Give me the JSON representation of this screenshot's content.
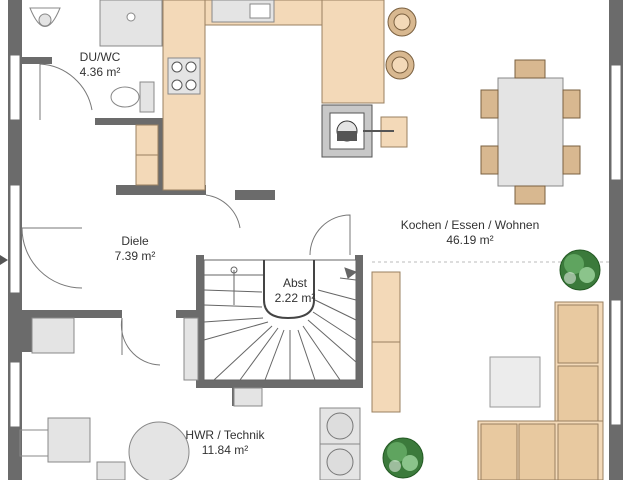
{
  "rooms": {
    "duwc": {
      "name": "DU/WC",
      "area": "4.36 m²"
    },
    "diele": {
      "name": "Diele",
      "area": "7.39 m²"
    },
    "abst": {
      "name": "Abst",
      "area": "2.22 m²"
    },
    "kochen": {
      "name": "Kochen / Essen / Wohnen",
      "area": "46.19 m²"
    },
    "hwr": {
      "name": "HWR / Technik",
      "area": "11.84 m²"
    }
  },
  "colors": {
    "wall": "#6b6b6b",
    "wood": "#f3d9b8",
    "wood_edge": "#9a8060",
    "fixture": "#e4e4e4",
    "plant": "#3b7a3b",
    "text": "#333333"
  }
}
